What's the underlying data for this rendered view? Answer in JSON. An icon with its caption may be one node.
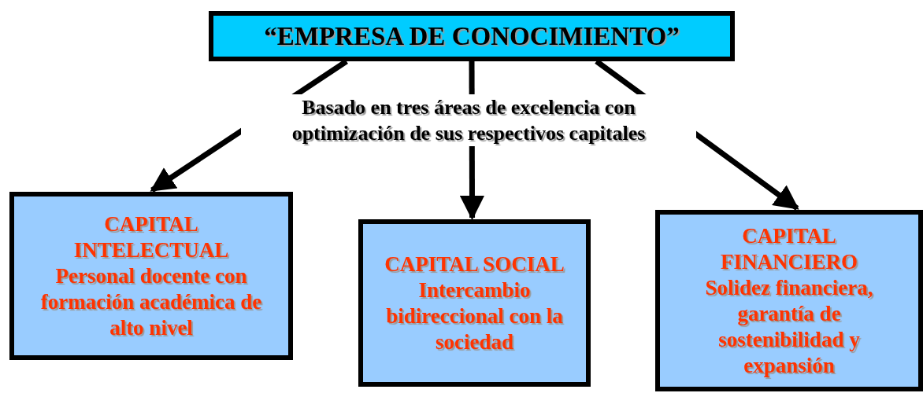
{
  "diagram": {
    "nodes": [
      {
        "text": [
          "“EMPRESA DE CONOCIMIENTO”"
        ]
      },
      {
        "text": [
          "CAPITAL INTELECTUAL",
          "Personal docente con formación académica de alto nivel"
        ]
      },
      {
        "text": [
          "CAPITAL SOCIAL",
          "Intercambio bidireccional con la sociedad"
        ]
      },
      {
        "text": [
          "CAPITAL FINANCIERO",
          "Solidez financiera, garantía de sostenibilidad y expansión"
        ]
      }
    ],
    "edges": [
      {
        "from": 0,
        "to": 1,
        "arrow": "to"
      },
      {
        "from": 0,
        "to": 2,
        "arrow": "to"
      },
      {
        "from": 0,
        "to": 3,
        "arrow": "to"
      }
    ],
    "labels": [
      "Basado en tres áreas de excelencia con optimización de sus respectivos capitales"
    ]
  }
}
